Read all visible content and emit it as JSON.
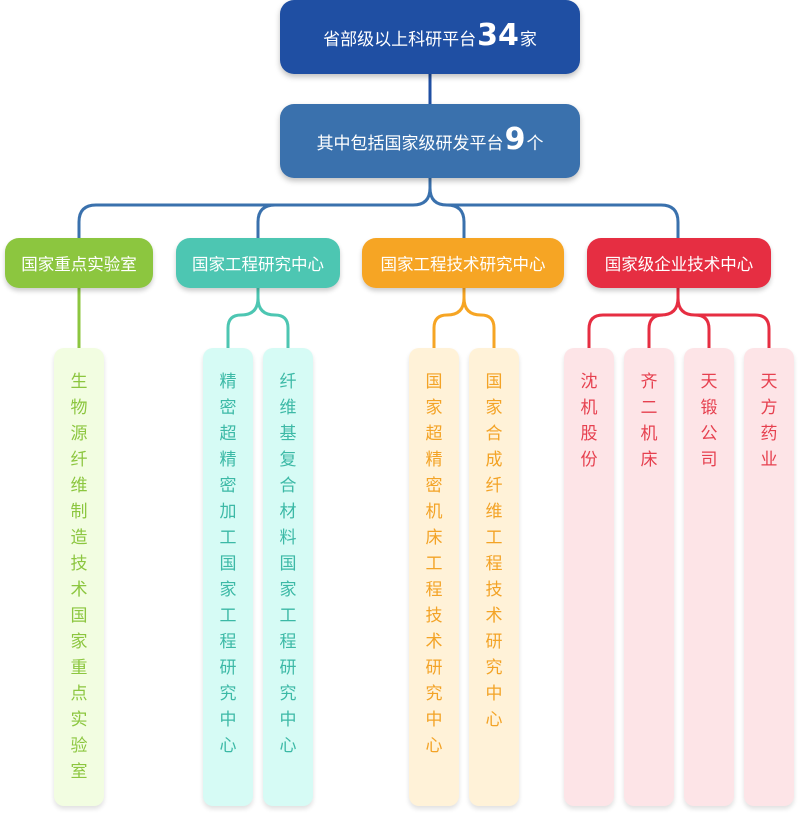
{
  "top": {
    "prefix": "省部级以上科研平台",
    "number": "34",
    "suffix": "家"
  },
  "second": {
    "prefix": "其中包括国家级研发平台",
    "number": "9",
    "suffix": "个"
  },
  "colors": {
    "top": "#1f4fa3",
    "second": "#3a71ad",
    "green": "#8cc63f",
    "teal": "#4dc6b2",
    "orange": "#f6a524",
    "red": "#e62e42"
  },
  "categories": [
    {
      "label": "国家重点实验室",
      "color": "green",
      "items": [
        "生物源纤维制造技术国家重点实验室"
      ]
    },
    {
      "label": "国家工程研究中心",
      "color": "teal",
      "items": [
        "精密超精密加工国家工程研究中心",
        "纤维基复合材料国家工程研究中心"
      ]
    },
    {
      "label": "国家工程技术研究中心",
      "color": "orange",
      "items": [
        "国家超精密机床工程技术研究中心",
        "国家合成纤维工程技术研究中心"
      ]
    },
    {
      "label": "国家级企业技术中心",
      "color": "red",
      "items": [
        "沈机股份",
        "齐二机床",
        "天锻公司",
        "天方药业"
      ]
    }
  ]
}
